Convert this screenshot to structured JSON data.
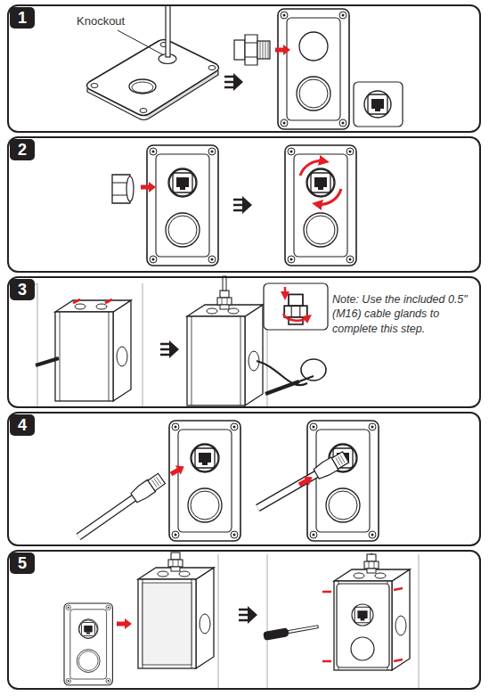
{
  "diagram": {
    "nodes": [
      {
        "text": [
          "1"
        ]
      },
      {
        "text": [
          "2"
        ]
      },
      {
        "text": [
          "3"
        ]
      },
      {
        "text": [
          "4"
        ]
      },
      {
        "text": [
          "5"
        ]
      }
    ],
    "labels": [
      "Knockout",
      "Note: Use the included 0.5\" (M16) cable glands to complete this step."
    ]
  }
}
